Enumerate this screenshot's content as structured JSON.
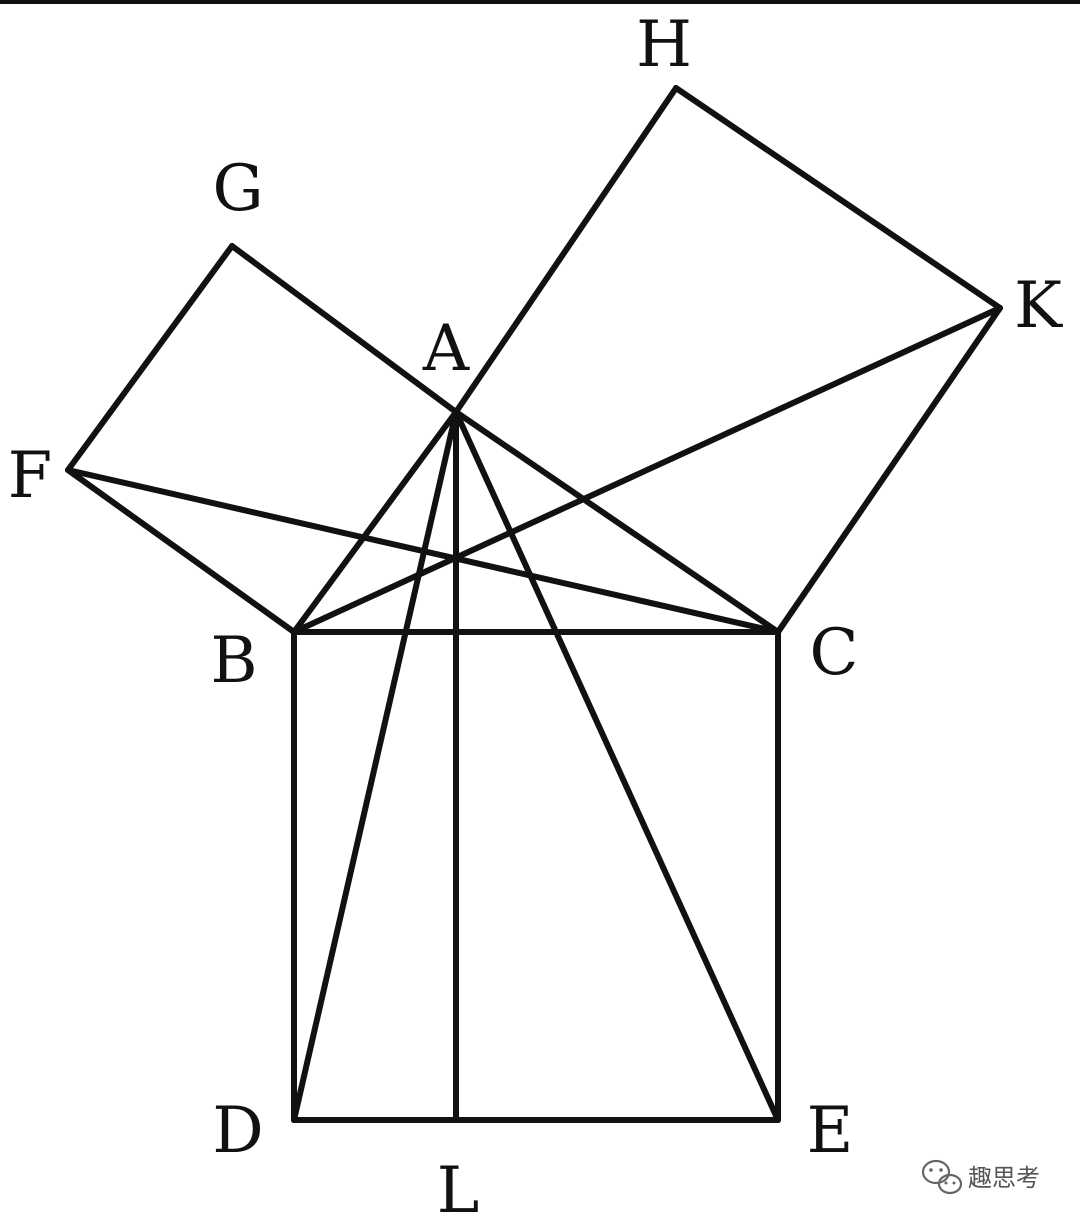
{
  "points": {
    "A": "A",
    "B": "B",
    "C": "C",
    "D": "D",
    "E": "E",
    "F": "F",
    "G": "G",
    "H": "H",
    "K": "K",
    "L": "L"
  },
  "segments": [
    [
      "A",
      "B"
    ],
    [
      "B",
      "C"
    ],
    [
      "C",
      "A"
    ],
    [
      "B",
      "F"
    ],
    [
      "F",
      "G"
    ],
    [
      "G",
      "A"
    ],
    [
      "A",
      "H"
    ],
    [
      "H",
      "K"
    ],
    [
      "K",
      "C"
    ],
    [
      "B",
      "D"
    ],
    [
      "D",
      "E"
    ],
    [
      "E",
      "C"
    ],
    [
      "F",
      "C"
    ],
    [
      "B",
      "K"
    ],
    [
      "A",
      "D"
    ],
    [
      "A",
      "E"
    ],
    [
      "A",
      "L"
    ]
  ],
  "watermark": {
    "text": "趣思考",
    "icon": "wechat-icon"
  },
  "colors": {
    "line": "#111111",
    "background": "#ffffff"
  }
}
